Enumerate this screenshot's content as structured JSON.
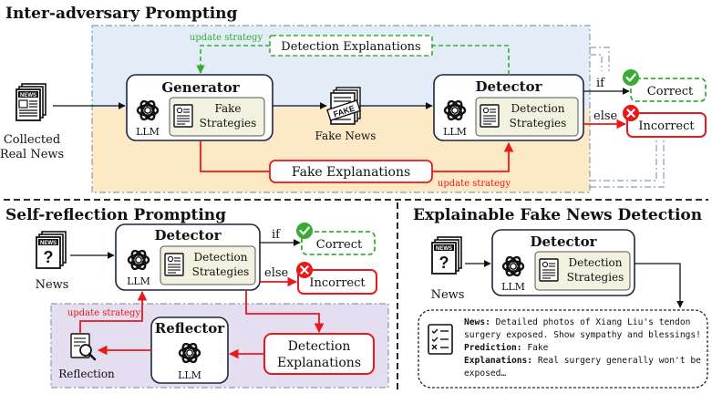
{
  "sections": {
    "inter_adversary": "Inter-adversary Prompting",
    "self_reflection": "Self-reflection Prompting",
    "explainable": "Explainable Fake News Detection"
  },
  "top": {
    "collected": [
      "Collected",
      "Real News"
    ],
    "generator_title": "Generator",
    "llm": "LLM",
    "fake_strategies": [
      "Fake",
      "Strategies"
    ],
    "fake_news": "Fake News",
    "fake_stamp": "FAKE",
    "detector_title": "Detector",
    "detection_strategies": [
      "Detection",
      "Strategies"
    ],
    "detection_explanations": "Detection Explanations",
    "fake_explanations": "Fake Explanations",
    "update_strategy_top": "update strategy",
    "update_strategy_bottom": "update strategy",
    "if": "if",
    "else": "else",
    "correct": "Correct",
    "incorrect": "Incorrect"
  },
  "self_reflection": {
    "news": "News",
    "detector_title": "Detector",
    "llm": "LLM",
    "detection_strategies": [
      "Detection",
      "Strategies"
    ],
    "if": "if",
    "else": "else",
    "correct": "Correct",
    "incorrect": "Incorrect",
    "update_strategy": "update strategy",
    "reflector_title": "Reflector",
    "reflector_llm": "LLM",
    "reflection": "Reflection",
    "detection_explanations": [
      "Detection",
      "Explanations"
    ]
  },
  "explainable": {
    "news": "News",
    "detector_title": "Detector",
    "llm": "LLM",
    "detection_strategies": [
      "Detection",
      "Strategies"
    ],
    "output": {
      "news_label": "News:",
      "news_text_1": " Detailed photos of Xiang Liu's tendon",
      "news_text_2": "surgery exposed. Show sympathy and blessings!",
      "prediction_label": "Prediction:",
      "prediction_text": " Fake",
      "explanations_label": "Explanations:",
      "explanations_text_1": " Real surgery generally won't be",
      "explanations_text_2": "exposed…"
    }
  },
  "colors": {
    "green": "#3aaa35",
    "red": "#e8191a",
    "blue_region": "#e3edf7",
    "orange_region": "#fde9c6",
    "purple_region": "#e4def0",
    "strategy_fill": "#f3f1df"
  },
  "icons": [
    "newspaper-icon",
    "llm-logo-icon",
    "document-icon",
    "check-circle-icon",
    "x-circle-icon",
    "magnifier-document-icon",
    "checklist-icon"
  ]
}
